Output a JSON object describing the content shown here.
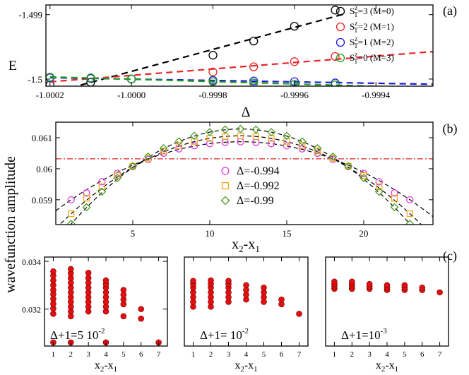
{
  "panels": {
    "a": {
      "label": "(a)"
    },
    "b": {
      "label": "(b)"
    },
    "c": {
      "label": "(c)"
    }
  },
  "colors": {
    "black": "#000000",
    "red": "#e8242a",
    "blue": "#1b1bd8",
    "green": "#1f9c1f",
    "magenta": "#e43ae4",
    "orange": "#f5a623",
    "green_diamond": "#4a9d25",
    "dashdot": "#e32222",
    "dot_fill": "#e01010"
  },
  "chart_data": [
    {
      "id": "a",
      "type": "scatter",
      "ylabel": "E",
      "xlabel": "Δ",
      "xlim": [
        -1.00021,
        -0.99926
      ],
      "ylim": [
        -1.50011,
        -1.49885
      ],
      "xticks": [
        -1.0002,
        -1.0,
        -0.9998,
        -0.9996,
        -0.9994
      ],
      "xtick_labels": [
        "-1.0002",
        "-1.0000",
        "-0.9998",
        "-0.9996",
        "-0.9994"
      ],
      "yticks": [
        -1.5,
        -1.499
      ],
      "ytick_labels": [
        "-1.5",
        "-1.499"
      ],
      "series": [
        {
          "name_main": "S",
          "name_sup": "z",
          "name_sub": "T",
          "name_tail": "=3 (M=0)",
          "color": "#000000",
          "x": [
            -1.0002,
            -1.0001,
            -1.0,
            -0.9998,
            -0.9997,
            -0.9996,
            -0.9995
          ],
          "y": [
            -1.50009,
            -1.50005,
            -1.5,
            -1.49963,
            -1.49941,
            -1.49918,
            -1.49893
          ],
          "fit_x": [
            -1.0002,
            -0.99948
          ]
        },
        {
          "name_main": "S",
          "name_sup": "z",
          "name_sub": "T",
          "name_tail": "=2 (M=1)",
          "color": "#e8242a",
          "x": [
            -1.0002,
            -1.0001,
            -1.0,
            -0.9998,
            -0.9997,
            -0.9996,
            -0.9995
          ],
          "y": [
            -1.49998,
            -1.49999,
            -1.5,
            -1.49989,
            -1.49981,
            -1.49973,
            -1.49965
          ],
          "fit_x": [
            -1.0002,
            -0.99926
          ]
        },
        {
          "name_main": "S",
          "name_sup": "z",
          "name_sub": "T",
          "name_tail": "=1 (M=2)",
          "color": "#1b1bd8",
          "x": [
            -1.0002,
            -1.0001,
            -1.0,
            -0.9998,
            -0.9997,
            -0.9996,
            -0.9995
          ],
          "y": [
            -1.49998,
            -1.49999,
            -1.5,
            -1.50002,
            -1.50003,
            -1.50004,
            -1.50006
          ],
          "fit_x": [
            -1.0002,
            -0.99926
          ]
        },
        {
          "name_main": "S",
          "name_sup": "z",
          "name_sub": "T",
          "name_tail": "=0 (M=3)",
          "color": "#1f9c1f",
          "x": [
            -1.0002,
            -1.0001,
            -1.0,
            -0.9998,
            -0.9997,
            -0.9996,
            -0.9995
          ],
          "y": [
            -1.49997,
            -1.49998,
            -1.5,
            -1.50004,
            -1.50006,
            -1.50008,
            -1.50009
          ],
          "fit_x": [
            -1.0002,
            -0.99926
          ]
        }
      ]
    },
    {
      "id": "b",
      "type": "scatter",
      "ylabel": "wavefunction amplitude",
      "xlabel_main": "x",
      "xlabel_sub1": "2",
      "xlabel_mid": "-x",
      "xlabel_sub2": "1",
      "xlim": [
        0,
        24.5
      ],
      "ylim": [
        0.0582,
        0.0615
      ],
      "xticks": [
        5,
        10,
        15,
        20
      ],
      "xtick_labels": [
        "5",
        "10",
        "15",
        "20"
      ],
      "yticks": [
        0.059,
        0.06,
        0.061
      ],
      "ytick_labels": [
        "0.059",
        "0.06",
        "0.061"
      ],
      "hline": 0.06032,
      "legend_prefix": "Δ=",
      "series": [
        {
          "name": "-0.994",
          "marker": "circle",
          "color": "#e43ae4",
          "x": [
            1,
            2,
            3,
            4,
            5,
            6,
            7,
            8,
            9,
            10,
            11,
            12,
            13,
            14,
            15,
            16,
            17,
            18,
            19,
            20,
            21,
            22,
            23
          ],
          "y": [
            0.059,
            0.05922,
            0.05958,
            0.05985,
            0.06007,
            0.0603,
            0.0605,
            0.06064,
            0.06074,
            0.06081,
            0.06085,
            0.06087,
            0.06085,
            0.06081,
            0.06074,
            0.06064,
            0.0605,
            0.0603,
            0.06007,
            0.05985,
            0.05958,
            0.05922,
            0.059
          ]
        },
        {
          "name": "-0.992",
          "marker": "square",
          "color": "#f5a623",
          "x": [
            1,
            2,
            3,
            4,
            5,
            6,
            7,
            8,
            9,
            10,
            11,
            12,
            13,
            14,
            15,
            16,
            17,
            18,
            19,
            20,
            21,
            22,
            23
          ],
          "y": [
            0.05855,
            0.05905,
            0.05942,
            0.05978,
            0.06008,
            0.06034,
            0.06057,
            0.06075,
            0.06088,
            0.06098,
            0.06104,
            0.06106,
            0.06104,
            0.06098,
            0.06088,
            0.06075,
            0.06057,
            0.06034,
            0.06008,
            0.05978,
            0.05942,
            0.05905,
            0.05855
          ]
        },
        {
          "name": "-0.99",
          "marker": "diamond",
          "color": "#4a9d25",
          "x": [
            1,
            2,
            3,
            4,
            5,
            6,
            7,
            8,
            9,
            10,
            11,
            12,
            13,
            14,
            15,
            16,
            17,
            18,
            19,
            20,
            21,
            22,
            23
          ],
          "y": [
            0.05822,
            0.05876,
            0.05926,
            0.0597,
            0.06008,
            0.06039,
            0.06066,
            0.06088,
            0.06106,
            0.06118,
            0.06126,
            0.06128,
            0.06126,
            0.06118,
            0.06106,
            0.06088,
            0.06066,
            0.06039,
            0.06008,
            0.0597,
            0.05926,
            0.05876,
            0.05822
          ]
        }
      ]
    },
    {
      "id": "c1",
      "type": "scatter",
      "annotation_left": "Δ+1=5 10",
      "annotation_sup": "-2",
      "xlabel_main": "x",
      "xlabel_sub1": "2",
      "xlabel_mid": "-x",
      "xlabel_sub2": "1",
      "xlim": [
        0.5,
        7.5
      ],
      "ylim": [
        0.03045,
        0.03418
      ],
      "xticks": [
        1,
        2,
        3,
        4,
        5,
        6,
        7
      ],
      "xtick_labels": [
        "1",
        "2",
        "3",
        "4",
        "5",
        "6",
        "7"
      ],
      "yticks": [
        0.032,
        0.034
      ],
      "ytick_labels": [
        "0.032",
        "0.034"
      ],
      "points": {
        "1": [
          0.0306,
          0.0318,
          0.03202,
          0.03222,
          0.03242,
          0.03262,
          0.0328,
          0.033,
          0.0332,
          0.0334,
          0.03358
        ],
        "2": [
          0.0306,
          0.0317,
          0.0319,
          0.0321,
          0.0323,
          0.0325,
          0.0327,
          0.0329,
          0.0331,
          0.0333,
          0.0335,
          0.03368
        ],
        "3": [
          0.0319,
          0.0321,
          0.0323,
          0.0325,
          0.0327,
          0.0329,
          0.0331,
          0.0333,
          0.03352
        ],
        "4": [
          0.0306,
          0.0319,
          0.0321,
          0.0323,
          0.0325,
          0.0327,
          0.0329,
          0.03305,
          0.0332
        ],
        "5": [
          0.0317,
          0.0322,
          0.0324,
          0.0326,
          0.0328
        ],
        "6": [
          0.0316,
          0.032
        ],
        "7": [
          0.0306
        ]
      }
    },
    {
      "id": "c2",
      "type": "scatter",
      "annotation_left": "Δ+1= 10",
      "annotation_sup": "-2",
      "xlabel_main": "x",
      "xlabel_sub1": "2",
      "xlabel_mid": "-x",
      "xlabel_sub2": "1",
      "xlim": [
        0.5,
        7.5
      ],
      "ylim": [
        0.03045,
        0.03418
      ],
      "xticks": [
        1,
        2,
        3,
        4,
        5,
        6,
        7
      ],
      "xtick_labels": [
        "1",
        "2",
        "3",
        "4",
        "5",
        "6",
        "7"
      ],
      "points": {
        "1": [
          0.0321,
          0.0323,
          0.0325,
          0.0327,
          0.0329,
          0.03305,
          0.03318
        ],
        "2": [
          0.0321,
          0.0323,
          0.0325,
          0.0327,
          0.0329,
          0.03305,
          0.0332
        ],
        "3": [
          0.0323,
          0.0325,
          0.0327,
          0.0329,
          0.03305,
          0.03318
        ],
        "4": [
          0.0324,
          0.0326,
          0.0328,
          0.033
        ],
        "5": [
          0.0323,
          0.0325,
          0.0327,
          0.0329
        ],
        "6": [
          0.0322,
          0.0324
        ],
        "7": [
          0.0318
        ]
      }
    },
    {
      "id": "c3",
      "type": "scatter",
      "annotation_left": "Δ+1=10",
      "annotation_sup": "-3",
      "xlabel_main": "x",
      "xlabel_sub1": "2",
      "xlabel_mid": "-x",
      "xlabel_sub2": "1",
      "xlim": [
        0.5,
        7.5
      ],
      "ylim": [
        0.03045,
        0.03418
      ],
      "xticks": [
        1,
        2,
        3,
        4,
        5,
        6,
        7
      ],
      "xtick_labels": [
        "1",
        "2",
        "3",
        "4",
        "5",
        "6",
        "7"
      ],
      "points": {
        "1": [
          0.03285,
          0.03295,
          0.03305,
          0.03315
        ],
        "2": [
          0.03285,
          0.03295,
          0.03305,
          0.03315
        ],
        "3": [
          0.03285,
          0.03295,
          0.03305
        ],
        "4": [
          0.0328,
          0.0329,
          0.033
        ],
        "5": [
          0.0328,
          0.0329,
          0.033
        ],
        "6": [
          0.0328,
          0.0329
        ],
        "7": [
          0.0327
        ]
      }
    }
  ]
}
